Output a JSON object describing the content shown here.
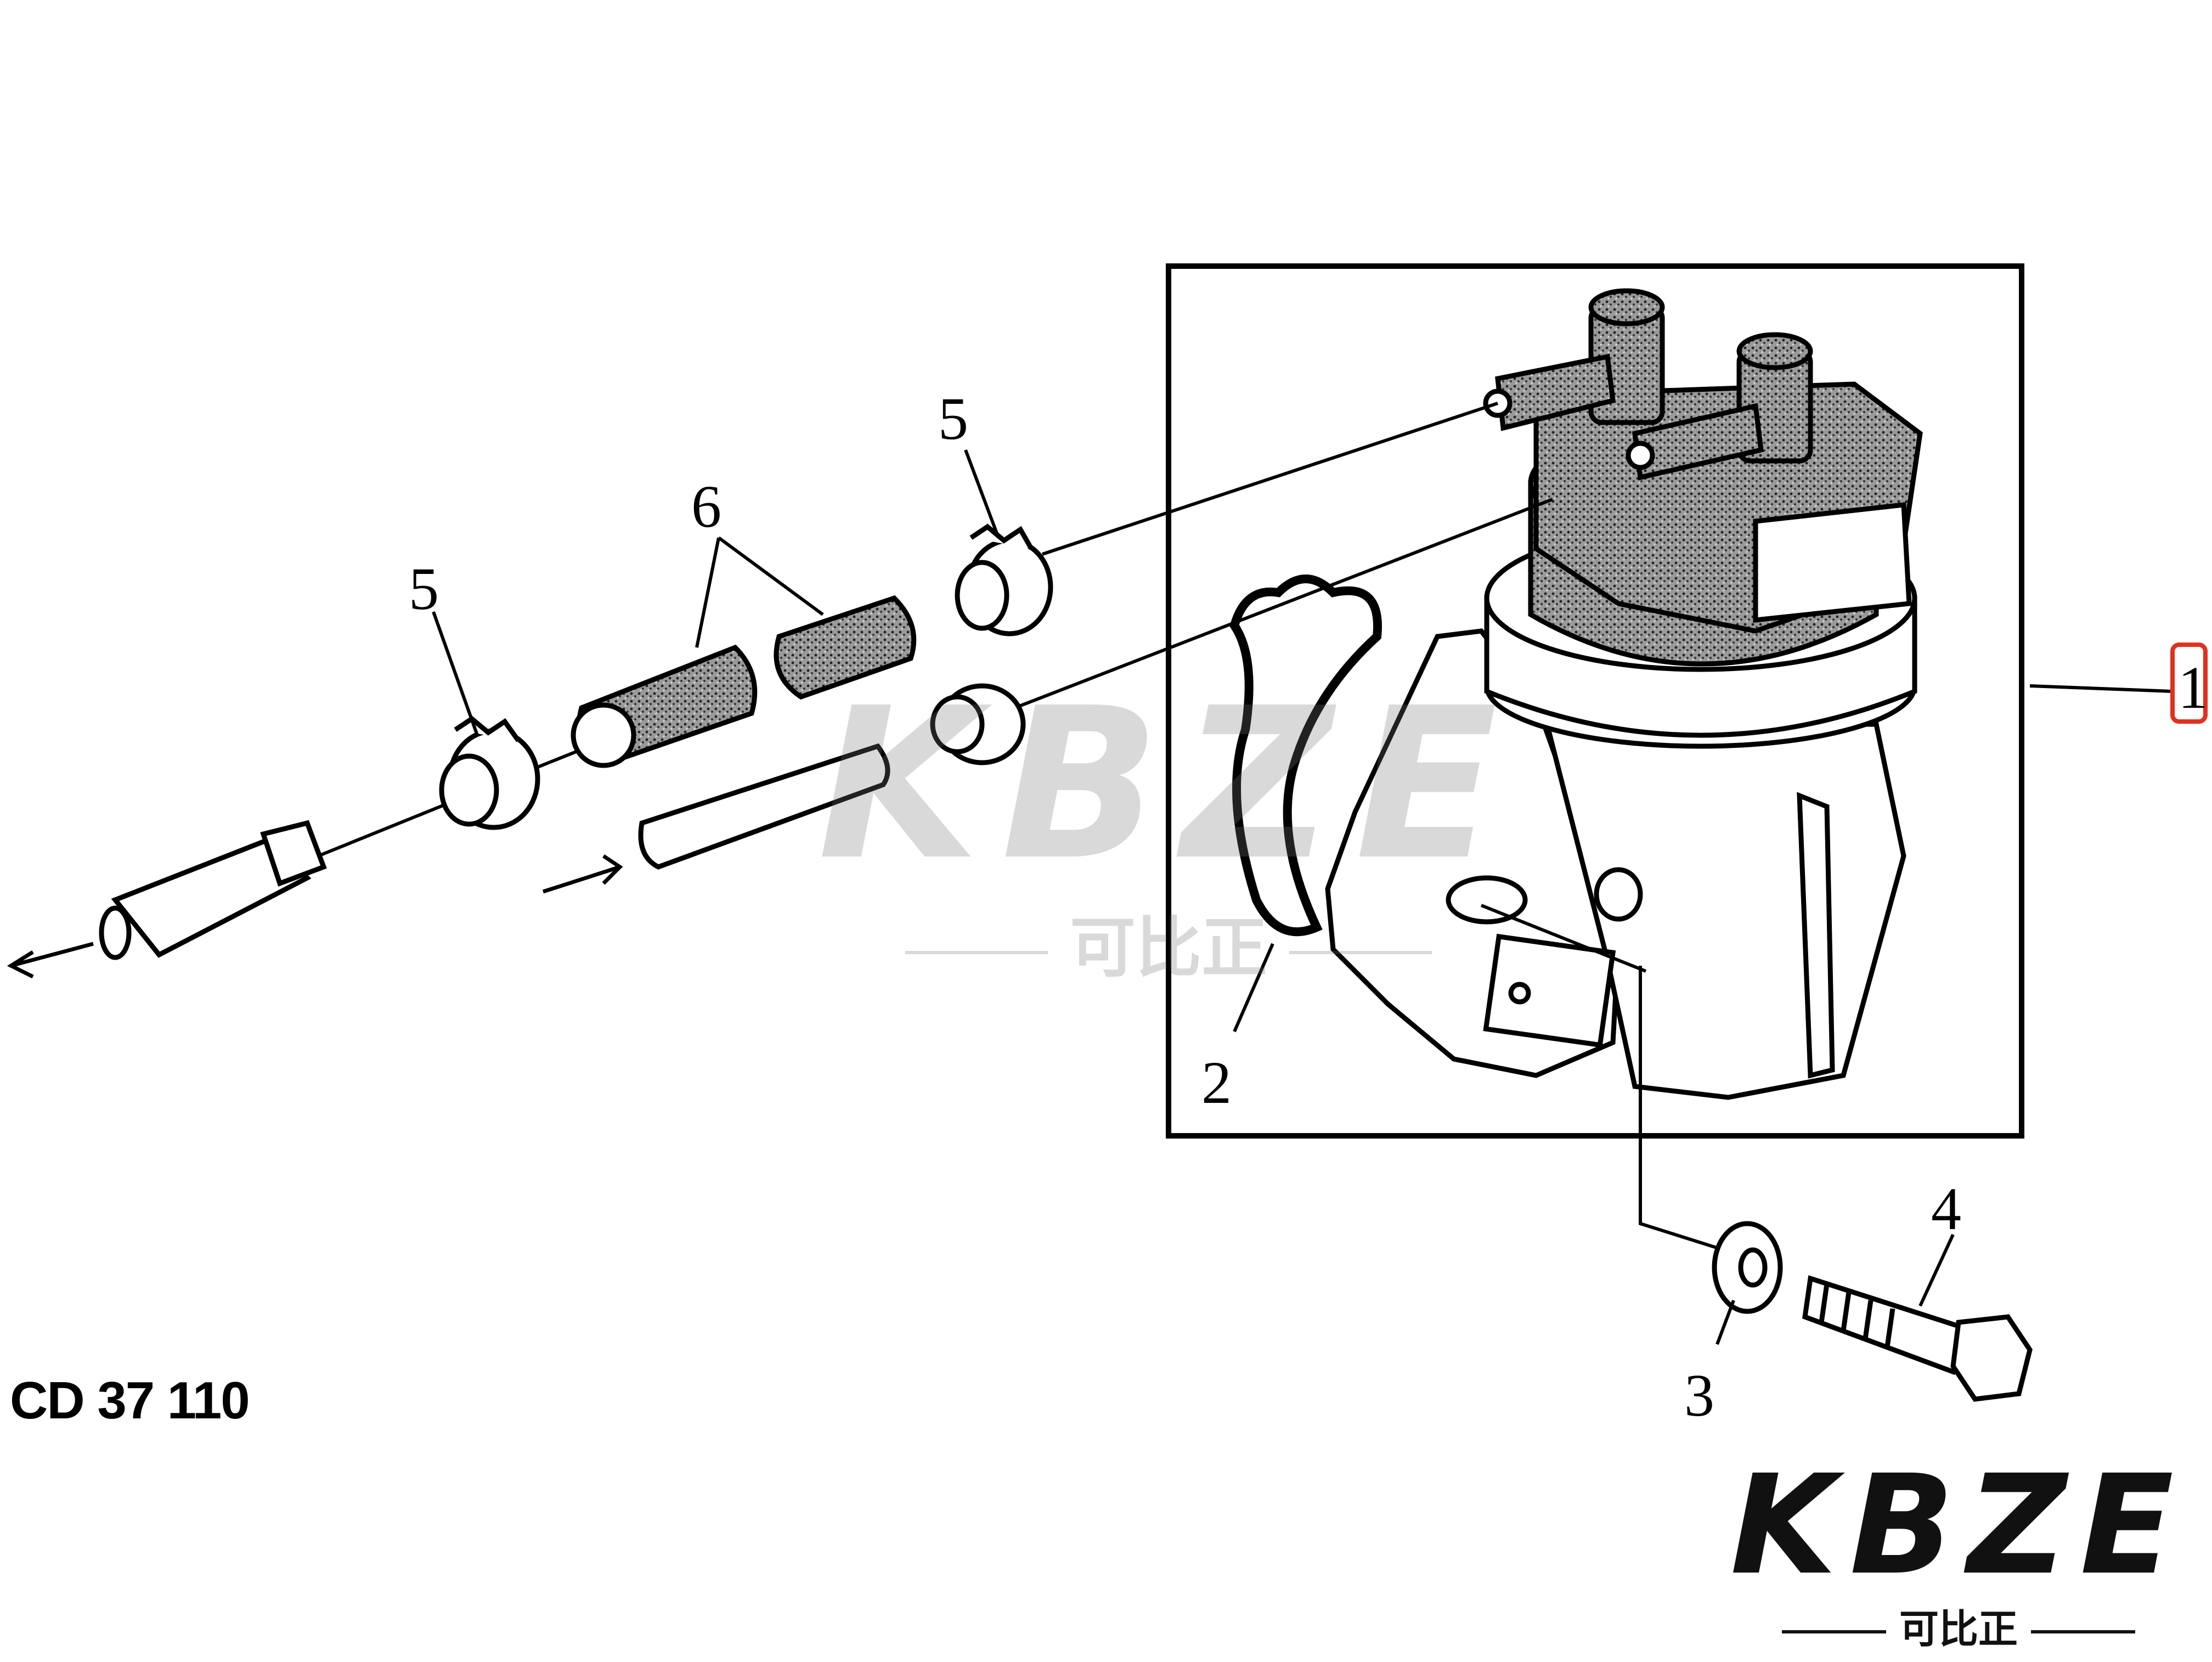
{
  "callouts": {
    "c1": "1",
    "c2": "2",
    "c3": "3",
    "c4": "4",
    "c5a": "5",
    "c5b": "5",
    "c6": "6"
  },
  "figure_code": "CD 37 110",
  "logo": {
    "brand": "KBZE",
    "subtitle": "可比正"
  },
  "watermark": {
    "brand": "KBZE",
    "subtitle": "可比正"
  },
  "colors": {
    "line": "#000000",
    "highlight": "#e0301e",
    "stipple": "#8a8a8a"
  }
}
